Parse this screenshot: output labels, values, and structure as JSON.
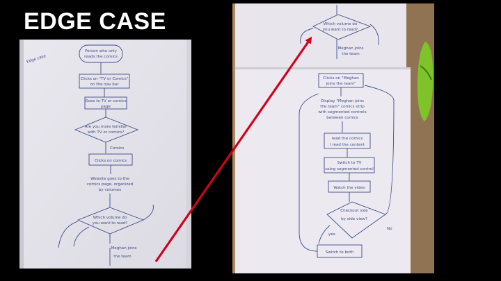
{
  "slide": {
    "title": "EDGE CASE"
  },
  "left_sheet": {
    "margin_note": "Edge case",
    "nodes": [
      {
        "id": "start",
        "lines": [
          "Person who only",
          "reads the comics"
        ]
      },
      {
        "id": "click_tv",
        "lines": [
          "Clicks on \"TV or Comics\"",
          "on the nav bar"
        ]
      },
      {
        "id": "goes_tv",
        "lines": [
          "Goes to TV or comics",
          "page"
        ]
      },
      {
        "id": "decide",
        "lines": [
          "Are you more familiar",
          "with TV or comics?"
        ]
      },
      {
        "id": "comics_label",
        "lines": [
          "Comics"
        ]
      },
      {
        "id": "click_comics",
        "lines": [
          "Clicks on comics"
        ]
      },
      {
        "id": "website",
        "lines": [
          "Website goes to the",
          "comics page, organized",
          "by volumes"
        ]
      },
      {
        "id": "which_vol",
        "lines": [
          "Which volume do",
          "you want to read?"
        ]
      },
      {
        "id": "meghan",
        "lines": [
          "Meghan joins",
          "the team"
        ]
      }
    ]
  },
  "right_top_sheet": {
    "nodes": [
      {
        "id": "which_vol_top",
        "lines": [
          "Which volume do",
          "you want to read?"
        ]
      },
      {
        "id": "meghan_top",
        "lines": [
          "Meghan joins",
          "the team"
        ]
      }
    ]
  },
  "right_bottom_sheet": {
    "nodes": [
      {
        "id": "click_meghan",
        "lines": [
          "Clicks on \"Meghan",
          "joins the team\""
        ]
      },
      {
        "id": "display",
        "lines": [
          "Display \"Meghan joins",
          "the team\" comics strip",
          "with segmented controls",
          "between comics"
        ]
      },
      {
        "id": "read_comics",
        "lines": [
          "read the comics",
          "I read the content"
        ]
      },
      {
        "id": "switch_tv",
        "lines": [
          "Switch to TV",
          "using segmented control"
        ]
      },
      {
        "id": "watch",
        "lines": [
          "Watch the video"
        ]
      },
      {
        "id": "checkout",
        "lines": [
          "Checkout side",
          "by side view?"
        ]
      },
      {
        "id": "switch_both",
        "lines": [
          "Switch to both"
        ]
      }
    ],
    "labels": {
      "yes": "yes",
      "no": "No"
    }
  },
  "colors": {
    "arrow": "#d0021b",
    "ink": "#3d4a8a",
    "paper": "#eceaf0"
  }
}
